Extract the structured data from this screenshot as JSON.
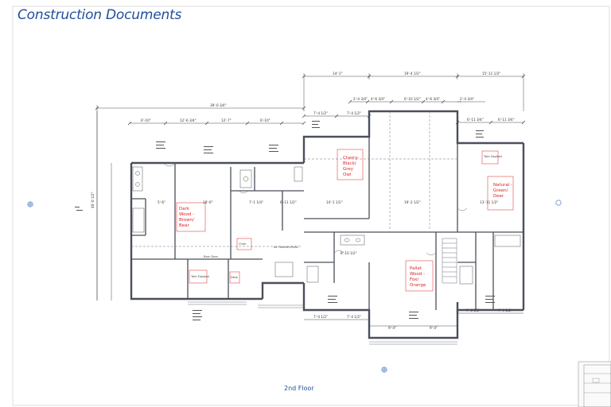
{
  "sheet": {
    "title": "Construction Documents",
    "floor_label": "2nd Floor"
  },
  "rooms": [
    {
      "label": "Dark Wood - Brown/ Bear"
    },
    {
      "label": "Cherry- Black/ Grey Owl"
    },
    {
      "label": "Natural - Green/ Deer"
    },
    {
      "label": "Pallet Wood - Fox/ Orange"
    },
    {
      "label": "Twin Daybed"
    },
    {
      "label": "Twin Daybed"
    },
    {
      "label": "Chair"
    },
    {
      "label": "Desk"
    }
  ],
  "dimensions": {
    "top_overall_1": "14'-1\"",
    "top_overall_2": "19'-4 1/2\"",
    "top_overall_3": "15'-11 1/2\"",
    "overall_width": "39'-0 3/4\"",
    "seg_a": "6'-10\"",
    "seg_b": "12'-6 3/4\"",
    "seg_c": "12'-7\"",
    "seg_d": "6'-10\"",
    "seg_e": "7'-4 1/2\"",
    "seg_f": "7'-4 1/2\"",
    "seg_g": "2'-4 3/4\"",
    "seg_h": "4'-6 3/4\"",
    "seg_i": "6'-10 1/2\"",
    "seg_j": "4'-6 3/4\"",
    "seg_k": "2'-4 3/4\"",
    "seg_l": "6'-11 3/4\"",
    "seg_m": "6'-11 3/4\"",
    "left_overall": "40'-0 1/2\"",
    "bottom_a": "7'-4 1/2\"",
    "bottom_b": "7'-4 1/2\"",
    "bottom_c": "7'-6 1/2\"",
    "bottom_d": "7'-9 1/2\"",
    "room_dim_1": "14'-1 1/2\"",
    "room_dim_2": "19'-2 1/2\"",
    "room_dim_3": "13'-11 1/2\"",
    "room_dim_4": "7'-1 1/4\"",
    "room_dim_5": "6'-11 1/2\"",
    "room_dim_6": "18'-6\"",
    "room_dim_7": "5'-6\"",
    "room_dim_8": "8'-10 1/2\"",
    "room_dim_9": "9'-4\"",
    "room_dim_10": "9'-4\""
  },
  "notes": {
    "note_1": "Barn Door",
    "note_2": "Air Handler/HVAC"
  },
  "colors": {
    "title": "#1f4e9c",
    "walls": "#4a4f5a",
    "dims": "#2b2b2b",
    "room_labels": "#e02020",
    "grid_blue": "#3a6fc0"
  }
}
